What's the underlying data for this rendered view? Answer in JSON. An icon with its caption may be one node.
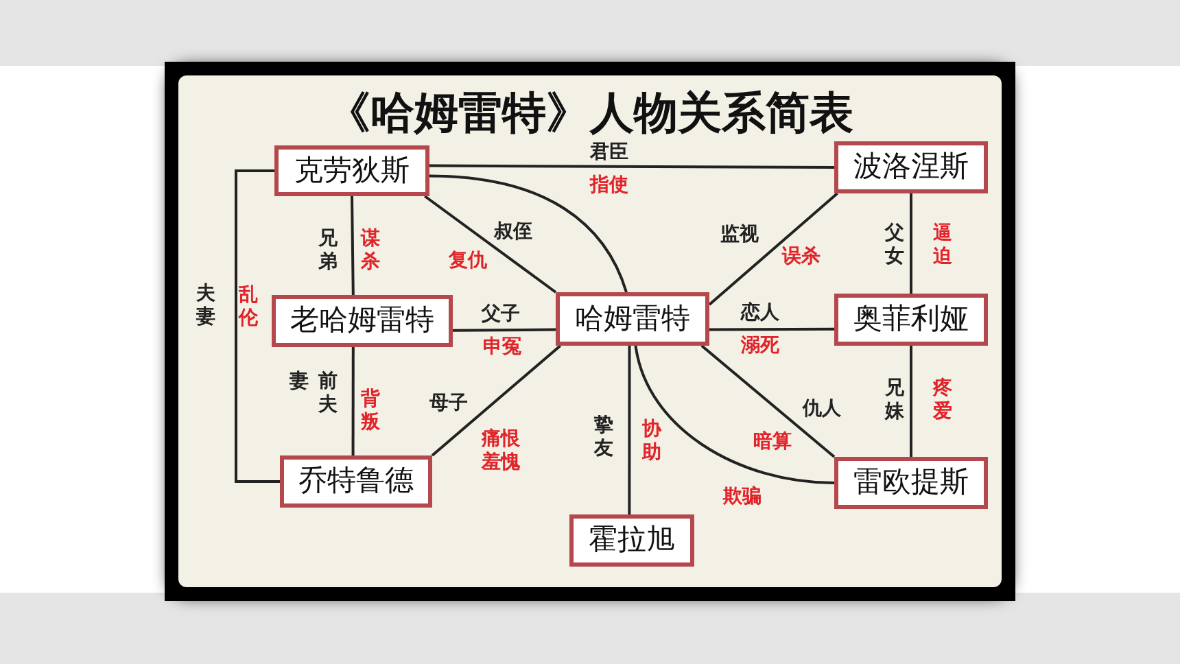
{
  "diagram": {
    "title": "《哈姆雷特》人物关系简表",
    "nodes": [
      {
        "text": [
          "克劳狄斯"
        ]
      },
      {
        "text": [
          "波洛涅斯"
        ]
      },
      {
        "text": [
          "老哈姆雷特"
        ]
      },
      {
        "text": [
          "哈姆雷特"
        ]
      },
      {
        "text": [
          "奥菲利娅"
        ]
      },
      {
        "text": [
          "乔特鲁德"
        ]
      },
      {
        "text": [
          "霍拉旭"
        ]
      },
      {
        "text": [
          "雷欧提斯"
        ]
      }
    ],
    "edges": [
      {
        "from": 0,
        "to": 1,
        "arrow": "none",
        "label": "君臣"
      },
      {
        "from": 0,
        "to": 2,
        "arrow": "none",
        "label": "兄弟"
      },
      {
        "from": 0,
        "to": 3,
        "arrow": "none",
        "label": "叔侄"
      },
      {
        "from": 0,
        "to": 5,
        "arrow": "none",
        "label": "夫妻"
      },
      {
        "from": 0,
        "to": 3,
        "arrow": "none"
      },
      {
        "from": 1,
        "to": 3,
        "arrow": "none",
        "label": "监视"
      },
      {
        "from": 1,
        "to": 4,
        "arrow": "none",
        "label": "父女"
      },
      {
        "from": 2,
        "to": 3,
        "arrow": "none",
        "label": "父子"
      },
      {
        "from": 2,
        "to": 5,
        "arrow": "none",
        "label": "前夫"
      },
      {
        "from": 3,
        "to": 4,
        "arrow": "none",
        "label": "恋人"
      },
      {
        "from": 3,
        "to": 5,
        "arrow": "none",
        "label": "母子"
      },
      {
        "from": 3,
        "to": 6,
        "arrow": "none",
        "label": "挚友"
      },
      {
        "from": 3,
        "to": 7,
        "arrow": "none",
        "label": "仇人"
      },
      {
        "from": 4,
        "to": 7,
        "arrow": "none",
        "label": "兄妹"
      },
      {
        "from": 3,
        "to": 7,
        "arrow": "none"
      }
    ],
    "labels": [
      "指使",
      "谋杀",
      "复仇",
      "乱伦",
      "误杀",
      "逼迫",
      "申冤",
      "溺死",
      "妻",
      "背叛",
      "痛恨羞愧",
      "协助",
      "暗算",
      "疼爱",
      "欺骗"
    ]
  }
}
